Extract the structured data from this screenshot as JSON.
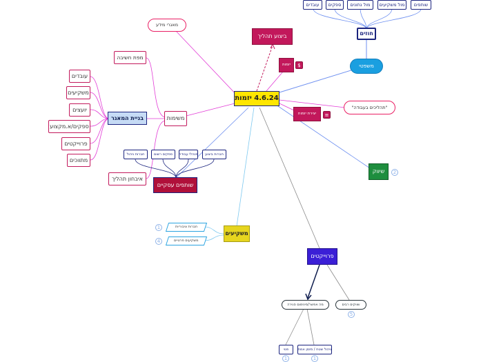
{
  "root": {
    "label": "4.6.24 יזמות"
  },
  "top": {
    "clients": "חוזים",
    "family": "משפטי",
    "clients_children": [
      "עובדים",
      "ספקים",
      "מול נתונים",
      "מול משקיעים",
      "שותפים"
    ]
  },
  "left": {
    "mezuzah": "מאגרי מידע",
    "mapping": "מפת חשיבה",
    "procurement": "משימות",
    "build": "בניית המאגר",
    "build_children": [
      "עובדים",
      "משקיעים",
      "יועצים",
      "ספקים/א.מקצוע",
      "פרוייקטים",
      "מתווכים"
    ],
    "process_ref": "איבחון תהליך",
    "partners": "שותפים עסקיים",
    "partners_children": [
      "חברות ביצוע",
      "מנהלי עבודה",
      "ספקים רשום",
      "חברות ניהול"
    ]
  },
  "center": {
    "process_exec": "ביצוע תהליך",
    "entrepreneur_tag": "יזמות",
    "create_tag": "יצירת יזמות",
    "tools_note": "\"תהליכים בעבודה\"",
    "marketing": "שיווק",
    "investors": "משקיעים",
    "investors_children": [
      "חברות ציבוריות",
      "משקיעים פרטיים"
    ],
    "projects": "פרוייקטים",
    "projects_children": [
      "מה אפשר/מינימום סגירה",
      "שווקים רבים"
    ],
    "bottom_children": [
      "פנוי",
      "ניהול שטח / מזמן אמת"
    ]
  },
  "icons": {
    "dollar_icon": "$",
    "list_icon": "≡",
    "marketing_num": "2",
    "investor_num_1": "1",
    "investor_num_2": "4",
    "projects_num": "5",
    "bottom_num_1": "1",
    "bottom_num_2": "1"
  },
  "colors": {
    "blue_link": "#6d8ff0",
    "magenta_link": "#e23bd6",
    "navy": "#1a237e",
    "grey_link": "#8a8a8a",
    "sky_link": "#7cc8f0"
  }
}
